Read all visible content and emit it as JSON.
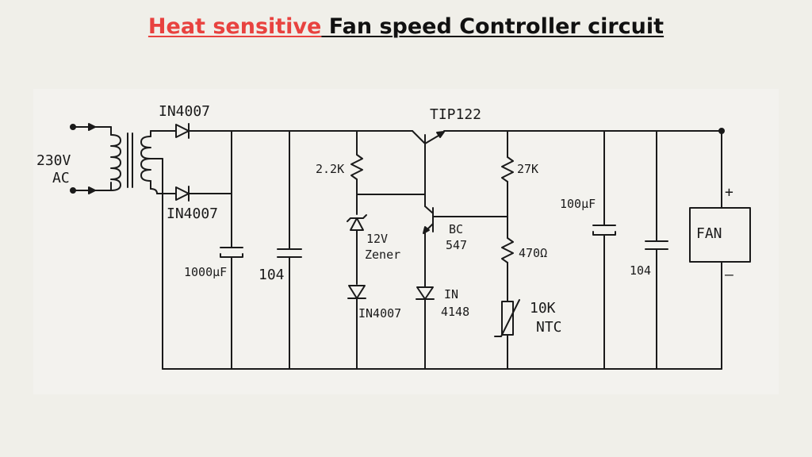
{
  "title": {
    "highlight": "Heat sensitive",
    "rest": " Fan speed Controller circuit",
    "highlight_color": "#e8423f"
  },
  "labels": {
    "input_voltage": "230V",
    "input_ac": "AC",
    "d1": "IN4007",
    "d2": "IN4007",
    "cap1": "1000µF",
    "cap2": "104",
    "r1": "2.2K",
    "zener_value": "12V",
    "zener_type": "Zener",
    "d3": "IN4007",
    "transistor1": "TIP122",
    "transistor2_a": "BC",
    "transistor2_b": "547",
    "d4_a": "IN",
    "d4_b": "4148",
    "r2": "27K",
    "r3": "470Ω",
    "ntc_value": "10K",
    "ntc_type": "NTC",
    "cap3": "100µF",
    "cap4": "104",
    "fan": "FAN",
    "plus": "+",
    "minus": "–"
  }
}
